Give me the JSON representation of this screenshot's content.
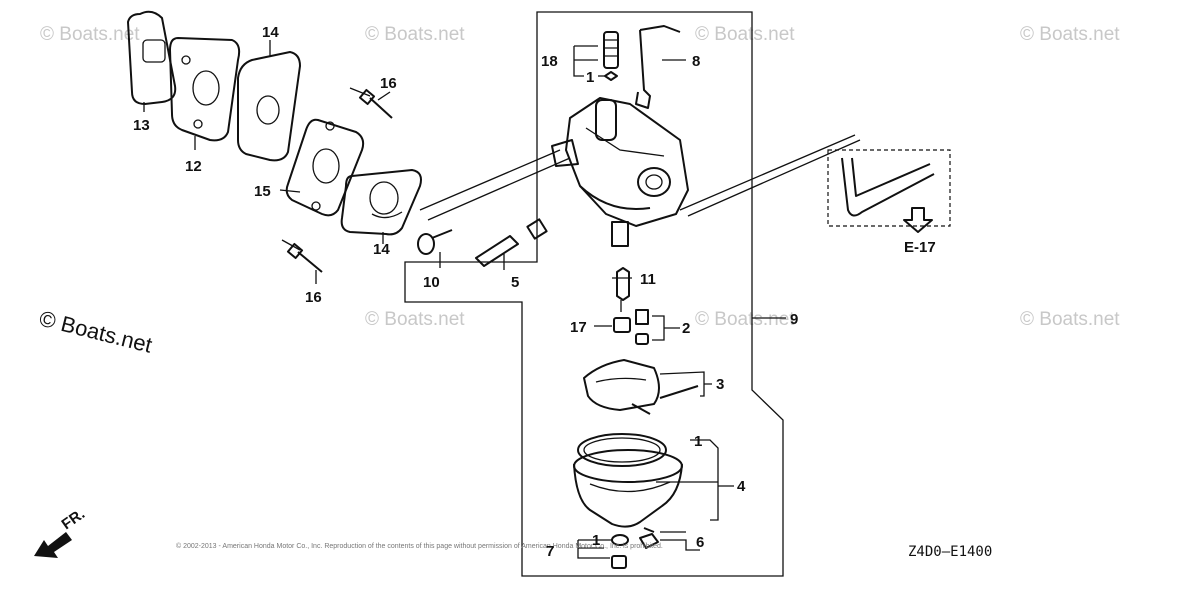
{
  "callouts": {
    "c13": "13",
    "c12": "12",
    "c14a": "14",
    "c16a": "16",
    "c15": "15",
    "c14b": "14",
    "c16b": "16",
    "c10": "10",
    "c5": "5",
    "c18": "18",
    "c1a": "1",
    "c8": "8",
    "c11": "11",
    "c17": "17",
    "c2": "2",
    "c3": "3",
    "c1b": "1",
    "c4": "4",
    "c9": "9",
    "c1c": "1",
    "c6": "6",
    "c7": "7"
  },
  "reference": {
    "label": "E-17"
  },
  "direction": {
    "label": "FR."
  },
  "diagram_code": "Z4D0—E1400",
  "watermark": {
    "text": "© Boats.net",
    "main_text": "© Boats.net"
  },
  "copyright_line": "© 2002-2013 - American Honda Motor Co., Inc. Reproduction of the contents of this page without permission of American Honda Motor Co., Inc. is prohibited.",
  "colors": {
    "ink": "#111111",
    "watermark": "#c8c8c8",
    "background": "#ffffff"
  }
}
